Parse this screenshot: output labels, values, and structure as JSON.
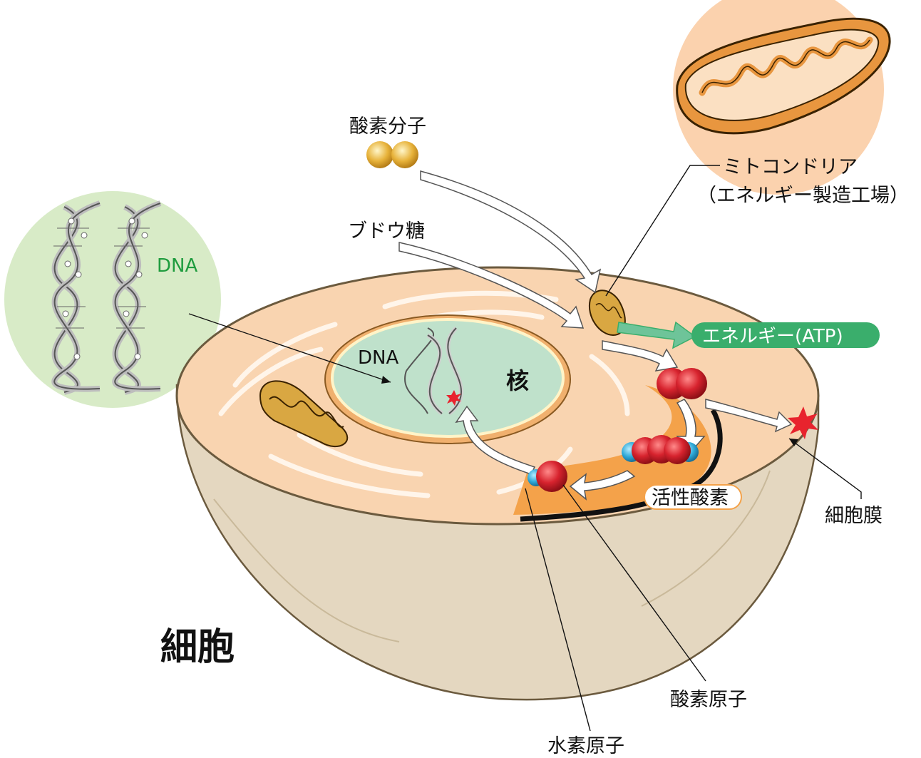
{
  "labels": {
    "oxygen_molecule": "酸素分子",
    "glucose": "ブドウ糖",
    "mitochondria_line1": "ミトコンドリア",
    "mitochondria_line2": "（エネルギー製造工場）",
    "energy_atp": "エネルギー(ATP)",
    "dna_inset": "DNA",
    "dna_nucleus": "DNA",
    "nucleus": "核",
    "reactive_oxygen": "活性酸素",
    "cell_membrane": "細胞膜",
    "cell": "細胞",
    "oxygen_atom": "酸素原子",
    "hydrogen_atom": "水素原子"
  },
  "colors": {
    "cytoplasm": "#f9d4b0",
    "nucleus": "#bfe1cb",
    "cell_shell": "#e4d7c0",
    "mitochondria_bg": "#fbd2ae",
    "dna_bg": "#d8ebc7",
    "atp_green": "#3aae6c",
    "dna_label_green": "#1f9c3e",
    "oxygen_red": "#d7232e",
    "hydrogen_blue": "#2ea9d8",
    "orange_band": "#f4a24a"
  }
}
